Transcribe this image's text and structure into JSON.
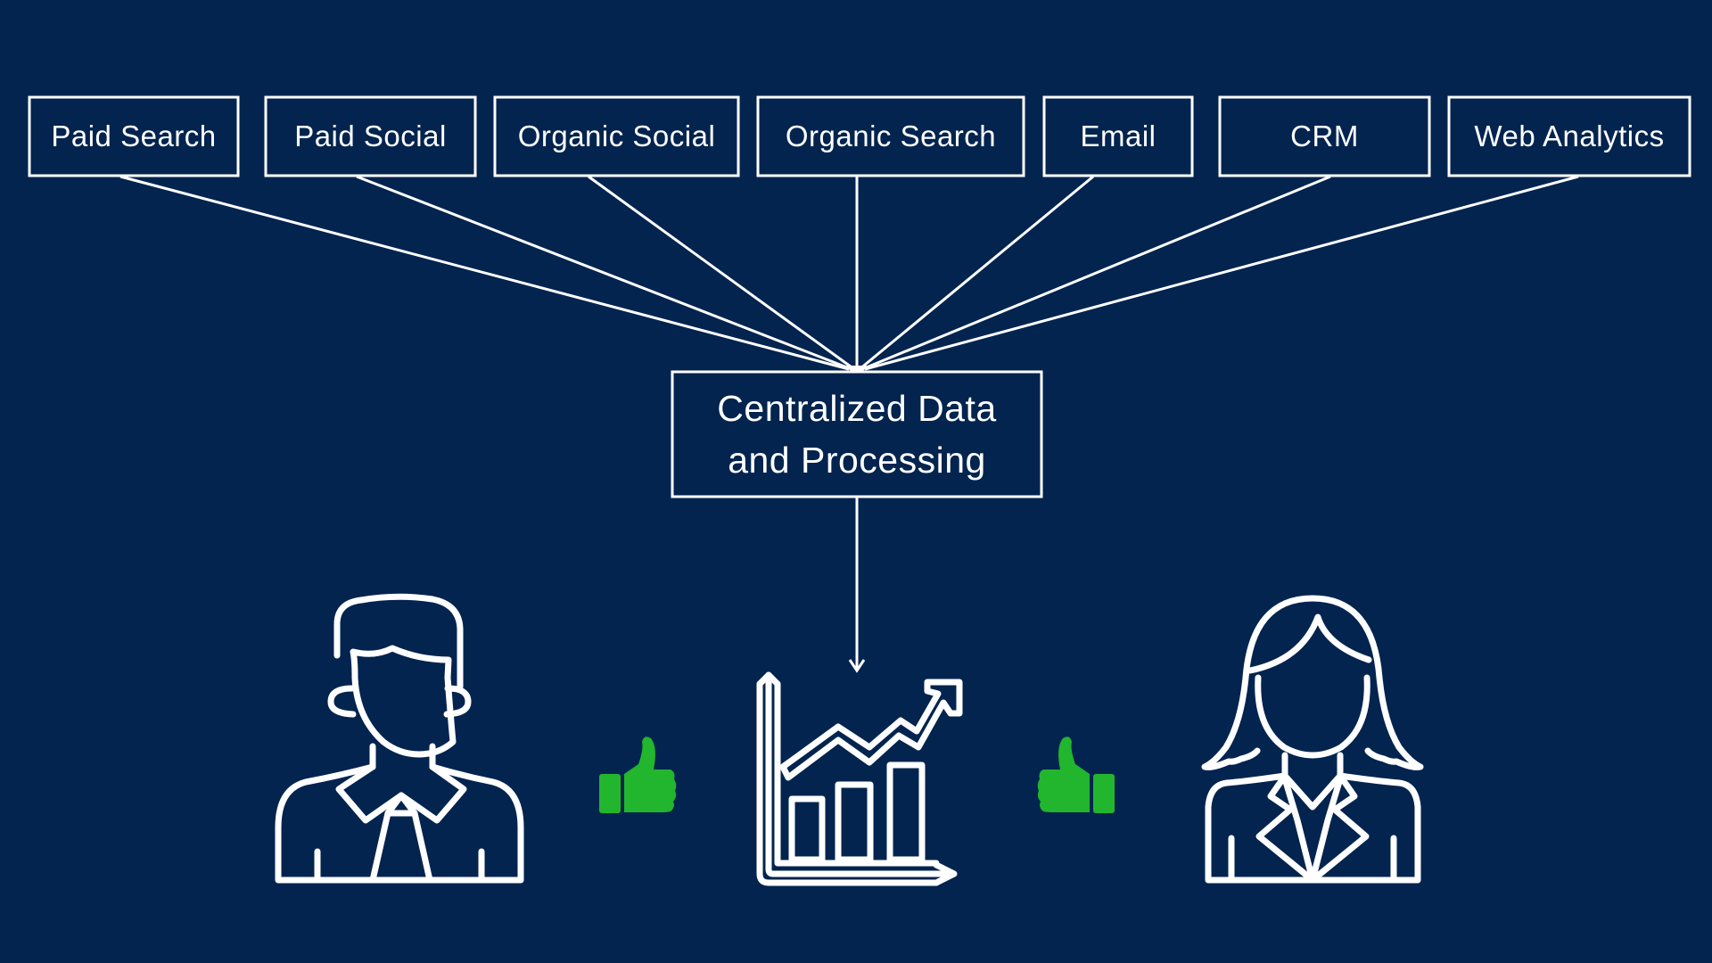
{
  "diagram": {
    "sources": [
      {
        "label": "Paid Search"
      },
      {
        "label": "Paid Social"
      },
      {
        "label": "Organic Social"
      },
      {
        "label": "Organic Search"
      },
      {
        "label": "Email"
      },
      {
        "label": "CRM"
      },
      {
        "label": "Web Analytics"
      }
    ],
    "hub": {
      "line1": "Centralized Data",
      "line2": "and Processing"
    },
    "icons": [
      "businessman-icon",
      "thumbs-up-icon",
      "growth-chart-icon",
      "thumbs-up-icon",
      "businesswoman-icon"
    ]
  },
  "colors": {
    "background": "#03244F",
    "foreground": "#FFFFFF",
    "thumbs_up": "#22B52E"
  }
}
